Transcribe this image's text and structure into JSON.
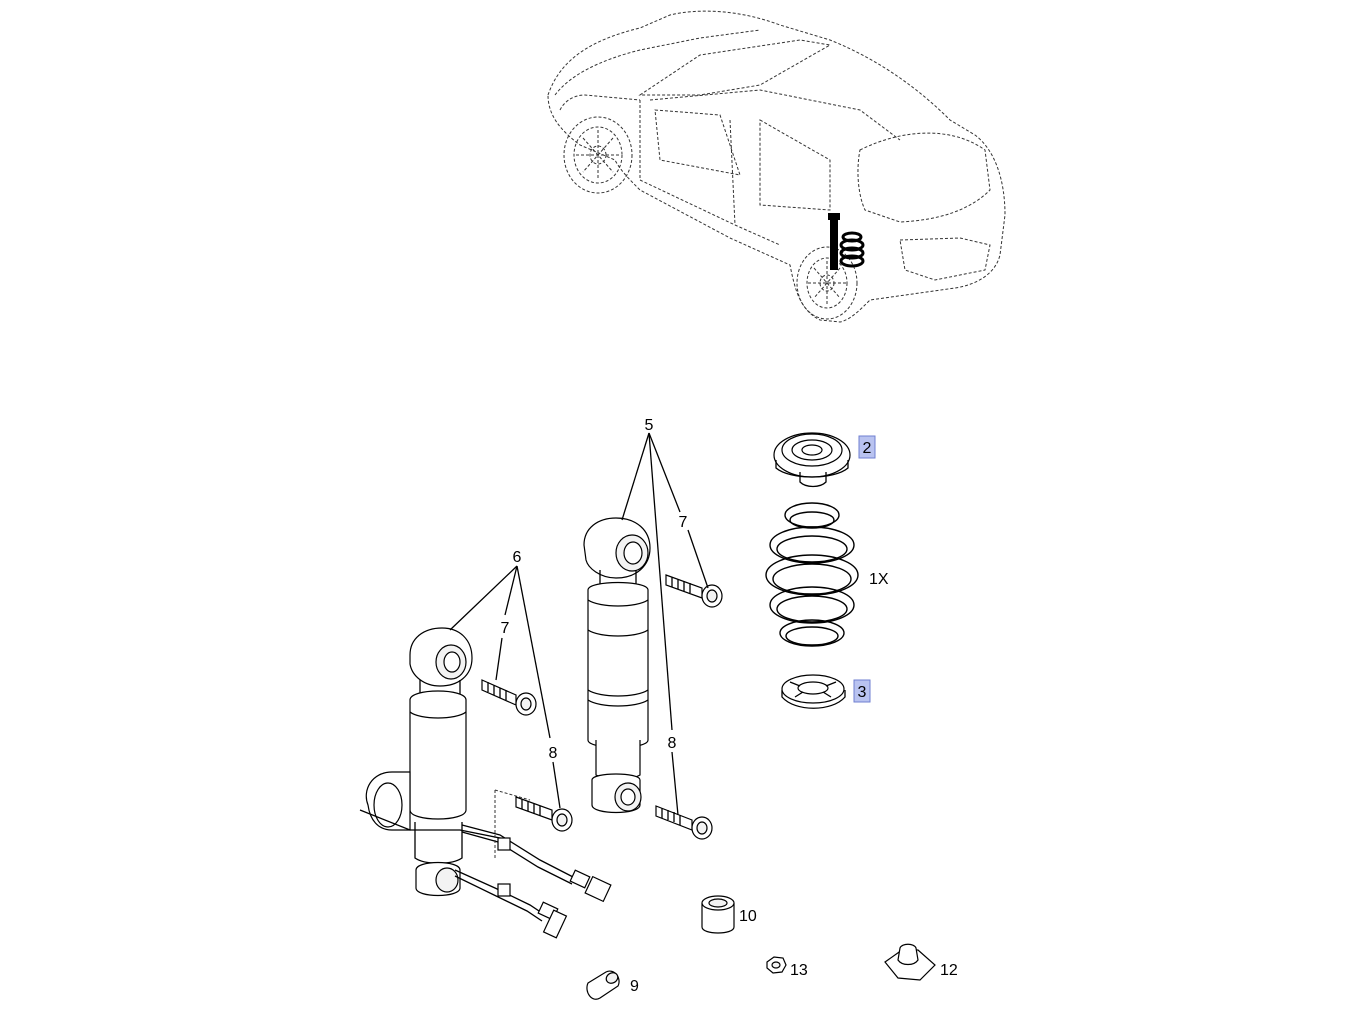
{
  "callouts": {
    "c2": "2",
    "c1x": "1X",
    "c3": "3",
    "c5": "5",
    "c6": "6",
    "c7a": "7",
    "c7b": "7",
    "c8a": "8",
    "c8b": "8",
    "c10": "10",
    "c13": "13",
    "c12": "12",
    "c9": "9"
  },
  "highlight_color": "#b9c3f0"
}
